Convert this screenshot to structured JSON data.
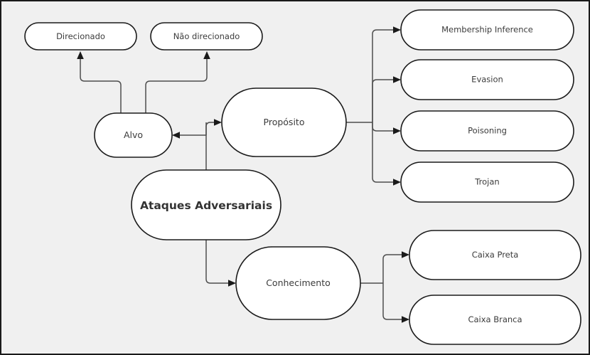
{
  "diagram": {
    "title_node": "Ataques Adversariais",
    "background_color": "#f0f0f0",
    "node_fill": "#ffffff",
    "node_stroke": "#1a1a1a",
    "edge_stroke": "#4d4d4d",
    "frame_stroke": "#1a1a1a",
    "nodes": {
      "root": {
        "label": "Ataques Adversariais"
      },
      "alvo": {
        "label": "Alvo"
      },
      "proposito": {
        "label": "Propósito"
      },
      "conhecimento": {
        "label": "Conhecimento"
      },
      "direcionado": {
        "label": "Direcionado"
      },
      "nao_direcionado": {
        "label": "Não direcionado"
      },
      "membership_inference": {
        "label": "Membership Inference"
      },
      "evasion": {
        "label": "Evasion"
      },
      "poisoning": {
        "label": "Poisoning"
      },
      "trojan": {
        "label": "Trojan"
      },
      "caixa_preta": {
        "label": "Caixa Preta"
      },
      "caixa_branca": {
        "label": "Caixa Branca"
      }
    },
    "edges": [
      {
        "from": "root",
        "to": "proposito"
      },
      {
        "from": "root",
        "to": "conhecimento"
      },
      {
        "from": "proposito",
        "to": "alvo"
      },
      {
        "from": "alvo",
        "to": "direcionado"
      },
      {
        "from": "alvo",
        "to": "nao_direcionado"
      },
      {
        "from": "proposito",
        "to": "membership_inference"
      },
      {
        "from": "proposito",
        "to": "evasion"
      },
      {
        "from": "proposito",
        "to": "poisoning"
      },
      {
        "from": "proposito",
        "to": "trojan"
      },
      {
        "from": "conhecimento",
        "to": "caixa_preta"
      },
      {
        "from": "conhecimento",
        "to": "caixa_branca"
      }
    ]
  }
}
